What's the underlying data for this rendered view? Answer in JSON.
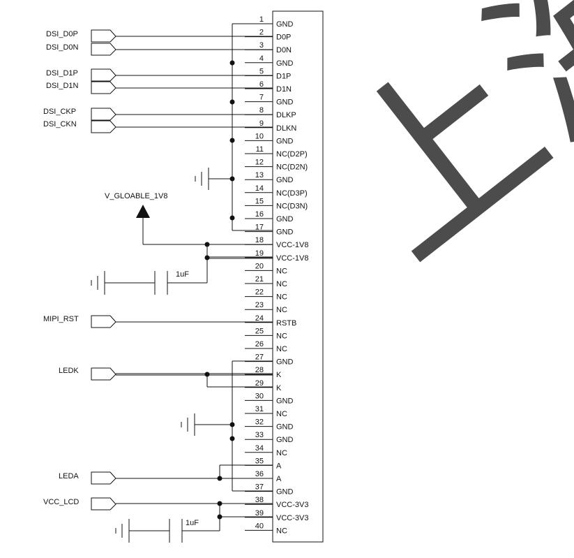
{
  "diagram": {
    "type": "schematic",
    "connector": {
      "pins": [
        {
          "num": "1",
          "label": "GND"
        },
        {
          "num": "2",
          "label": "D0P"
        },
        {
          "num": "3",
          "label": "D0N"
        },
        {
          "num": "4",
          "label": "GND"
        },
        {
          "num": "5",
          "label": "D1P"
        },
        {
          "num": "6",
          "label": "D1N"
        },
        {
          "num": "7",
          "label": "GND"
        },
        {
          "num": "8",
          "label": "DLKP"
        },
        {
          "num": "9",
          "label": "DLKN"
        },
        {
          "num": "10",
          "label": "GND"
        },
        {
          "num": "11",
          "label": "NC(D2P)"
        },
        {
          "num": "12",
          "label": "NC(D2N)"
        },
        {
          "num": "13",
          "label": "GND"
        },
        {
          "num": "14",
          "label": "NC(D3P)"
        },
        {
          "num": "15",
          "label": "NC(D3N)"
        },
        {
          "num": "16",
          "label": "GND"
        },
        {
          "num": "17",
          "label": "GND"
        },
        {
          "num": "18",
          "label": "VCC-1V8"
        },
        {
          "num": "19",
          "label": "VCC-1V8"
        },
        {
          "num": "20",
          "label": "NC"
        },
        {
          "num": "21",
          "label": "NC"
        },
        {
          "num": "22",
          "label": "NC"
        },
        {
          "num": "23",
          "label": "NC"
        },
        {
          "num": "24",
          "label": "RSTB"
        },
        {
          "num": "25",
          "label": "NC"
        },
        {
          "num": "26",
          "label": "NC"
        },
        {
          "num": "27",
          "label": "GND"
        },
        {
          "num": "28",
          "label": "K"
        },
        {
          "num": "29",
          "label": "K"
        },
        {
          "num": "30",
          "label": "GND"
        },
        {
          "num": "31",
          "label": "NC"
        },
        {
          "num": "32",
          "label": "GND"
        },
        {
          "num": "33",
          "label": "GND"
        },
        {
          "num": "34",
          "label": "NC"
        },
        {
          "num": "35",
          "label": "A"
        },
        {
          "num": "36",
          "label": "A"
        },
        {
          "num": "37",
          "label": "GND"
        },
        {
          "num": "38",
          "label": "VCC-3V3"
        },
        {
          "num": "39",
          "label": "VCC-3V3"
        },
        {
          "num": "40",
          "label": "NC"
        }
      ]
    },
    "nets": {
      "dsi_d0p": "DSI_D0P",
      "dsi_d0n": "DSI_D0N",
      "dsi_d1p": "DSI_D1P",
      "dsi_d1n": "DSI_D1N",
      "dsi_ckp": "DSI_CKP",
      "dsi_ckn": "DSI_CKN",
      "v_1v8": "V_GLOABLE_1V8",
      "mipi_rst": "MIPI_RST",
      "ledk": "LEDK",
      "leda": "LEDA",
      "vcc_lcd": "VCC_LCD"
    },
    "capacitors": {
      "c1v8": "1uF",
      "c3v3": "1uF"
    },
    "watermark": "上海合",
    "colors": {
      "line": "#111111",
      "watermark": "#d4d4d4"
    }
  }
}
